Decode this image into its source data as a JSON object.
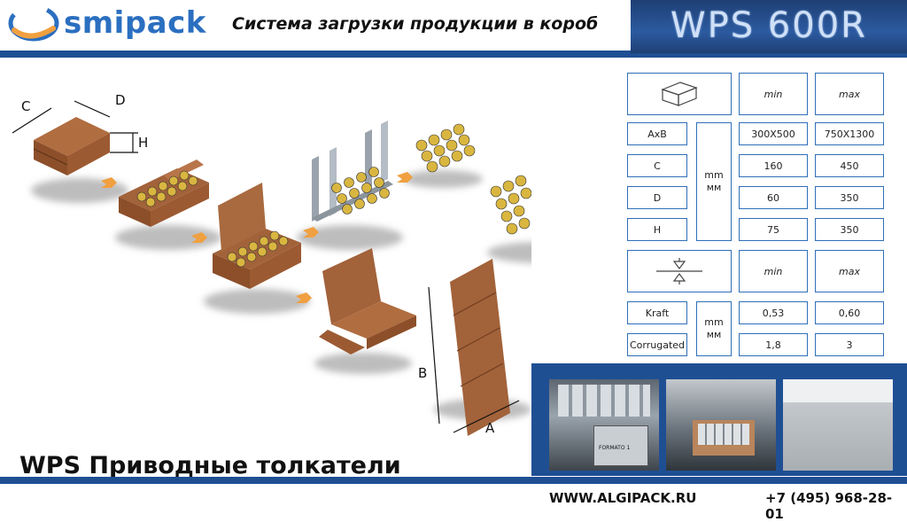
{
  "header": {
    "logo_text": "smipack",
    "title": "Система загрузки продукции в короб",
    "model": "WPS 600R"
  },
  "diagram": {
    "box_dims": {
      "c": "C",
      "d": "D",
      "h": "H"
    },
    "blank_dims": {
      "a": "A",
      "b": "B"
    }
  },
  "spec_table": {
    "box_header": {
      "min": "min",
      "max": "max"
    },
    "unit": {
      "top": "mm",
      "bottom": "мм"
    },
    "rows": [
      {
        "label": "AxB",
        "min": "300X500",
        "max": "750X1300"
      },
      {
        "label": "C",
        "min": "160",
        "max": "450"
      },
      {
        "label": "D",
        "min": "60",
        "max": "350"
      },
      {
        "label": "H",
        "min": "75",
        "max": "350"
      }
    ],
    "thickness_header": {
      "min": "min",
      "max": "max"
    },
    "material_rows": [
      {
        "label": "Kraft",
        "min": "0,53",
        "max": "0,60"
      },
      {
        "label": "Corrugated",
        "min": "1,8",
        "max": "3"
      }
    ]
  },
  "footer": {
    "title": "WPS Приводные толкатели",
    "website": "WWW.ALGIPACK.RU",
    "phone": "+7 (495) 968-28-01"
  },
  "photos": {
    "label": "FORMATO 1"
  },
  "colors": {
    "brand_blue": "#1f4f93",
    "cardboard": "#a2623a",
    "arrow": "#f0a040"
  }
}
